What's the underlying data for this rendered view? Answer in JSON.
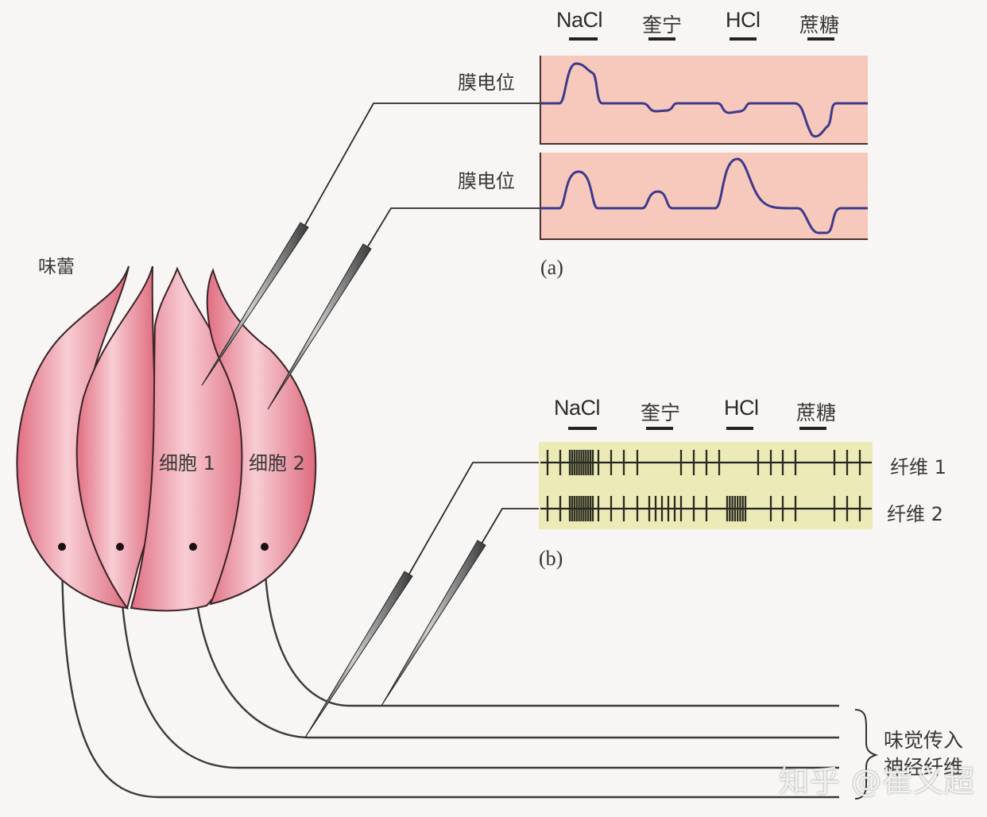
{
  "figure": {
    "taste_bud_label": "味蕾",
    "cell_labels": [
      "细胞 1",
      "细胞 2"
    ],
    "afferent_label_line1": "味觉传入",
    "afferent_label_line2": "神经纤维",
    "watermark": "知乎 @崔义超"
  },
  "colors": {
    "membrane_panel_bg": "#f7c9bc",
    "fiber_panel_bg": "#ecebb8",
    "trace_color": "#3d3a8c",
    "cell_fill": "#e8798a",
    "cell_highlight": "#f9d3d8",
    "outline": "#3b2326"
  },
  "chart_data": [
    {
      "type": "line",
      "panel": "(a)",
      "title": "",
      "stimuli": [
        "NaCl",
        "奎宁",
        "HCl",
        "蔗糖"
      ],
      "ylabel": "膜电位",
      "series": [
        {
          "name": "细胞 1 膜电位",
          "responses": [
            {
              "stimulus": "NaCl",
              "direction": "depolarization",
              "relative_amplitude": 1.0
            },
            {
              "stimulus": "奎宁",
              "direction": "hyperpolarization",
              "relative_amplitude": 0.2
            },
            {
              "stimulus": "HCl",
              "direction": "hyperpolarization",
              "relative_amplitude": 0.2
            },
            {
              "stimulus": "蔗糖",
              "direction": "hyperpolarization",
              "relative_amplitude": 0.85
            }
          ]
        },
        {
          "name": "细胞 2 膜电位",
          "responses": [
            {
              "stimulus": "NaCl",
              "direction": "depolarization",
              "relative_amplitude": 0.8
            },
            {
              "stimulus": "奎宁",
              "direction": "depolarization",
              "relative_amplitude": 0.4
            },
            {
              "stimulus": "HCl",
              "direction": "depolarization",
              "relative_amplitude": 1.15
            },
            {
              "stimulus": "蔗糖",
              "direction": "hyperpolarization",
              "relative_amplitude": 0.55
            }
          ]
        }
      ]
    },
    {
      "type": "raster",
      "panel": "(b)",
      "stimuli": [
        "NaCl",
        "奎宁",
        "HCl",
        "蔗糖"
      ],
      "series": [
        {
          "name": "纤维 1",
          "spikes_per_period": {
            "baseline_before": 2,
            "NaCl": 11,
            "after_NaCl": 4,
            "奎宁": 4,
            "HCl": 4,
            "蔗糖": 3
          }
        },
        {
          "name": "纤维 2",
          "spikes_per_period": {
            "baseline_before": 2,
            "NaCl": 11,
            "after_NaCl": 4,
            "奎宁": 6,
            "after_奎宁": 3,
            "HCl": 8,
            "蔗糖_and_after": 6
          }
        }
      ]
    }
  ]
}
